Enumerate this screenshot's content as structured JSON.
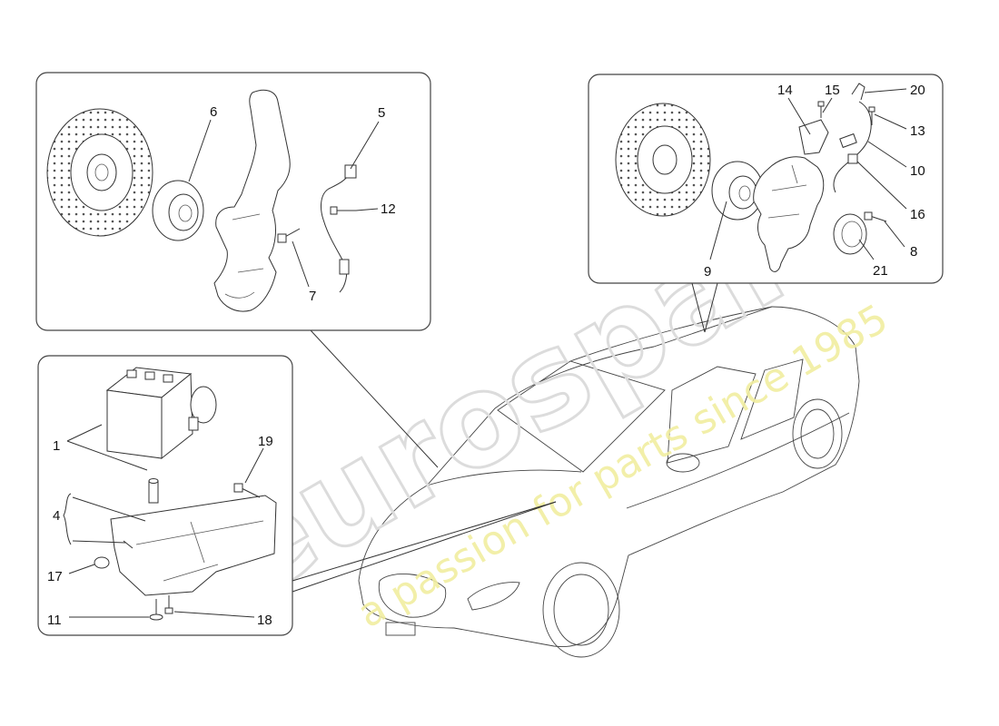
{
  "diagram": {
    "front_brake_panel": {
      "labels": [
        "6",
        "5",
        "12",
        "7"
      ]
    },
    "rear_brake_panel": {
      "labels": [
        "14",
        "15",
        "20",
        "13",
        "10",
        "16",
        "8",
        "21",
        "9"
      ]
    },
    "abs_panel": {
      "labels": [
        "1",
        "19",
        "4",
        "17",
        "11",
        "18"
      ]
    }
  },
  "watermark": {
    "brand": "eurospares",
    "tagline": "a passion for parts since 1985"
  },
  "colors": {
    "line": "#333333",
    "watermark_outline": "#dcdcdc",
    "watermark_tagline": "#f1eea0"
  }
}
